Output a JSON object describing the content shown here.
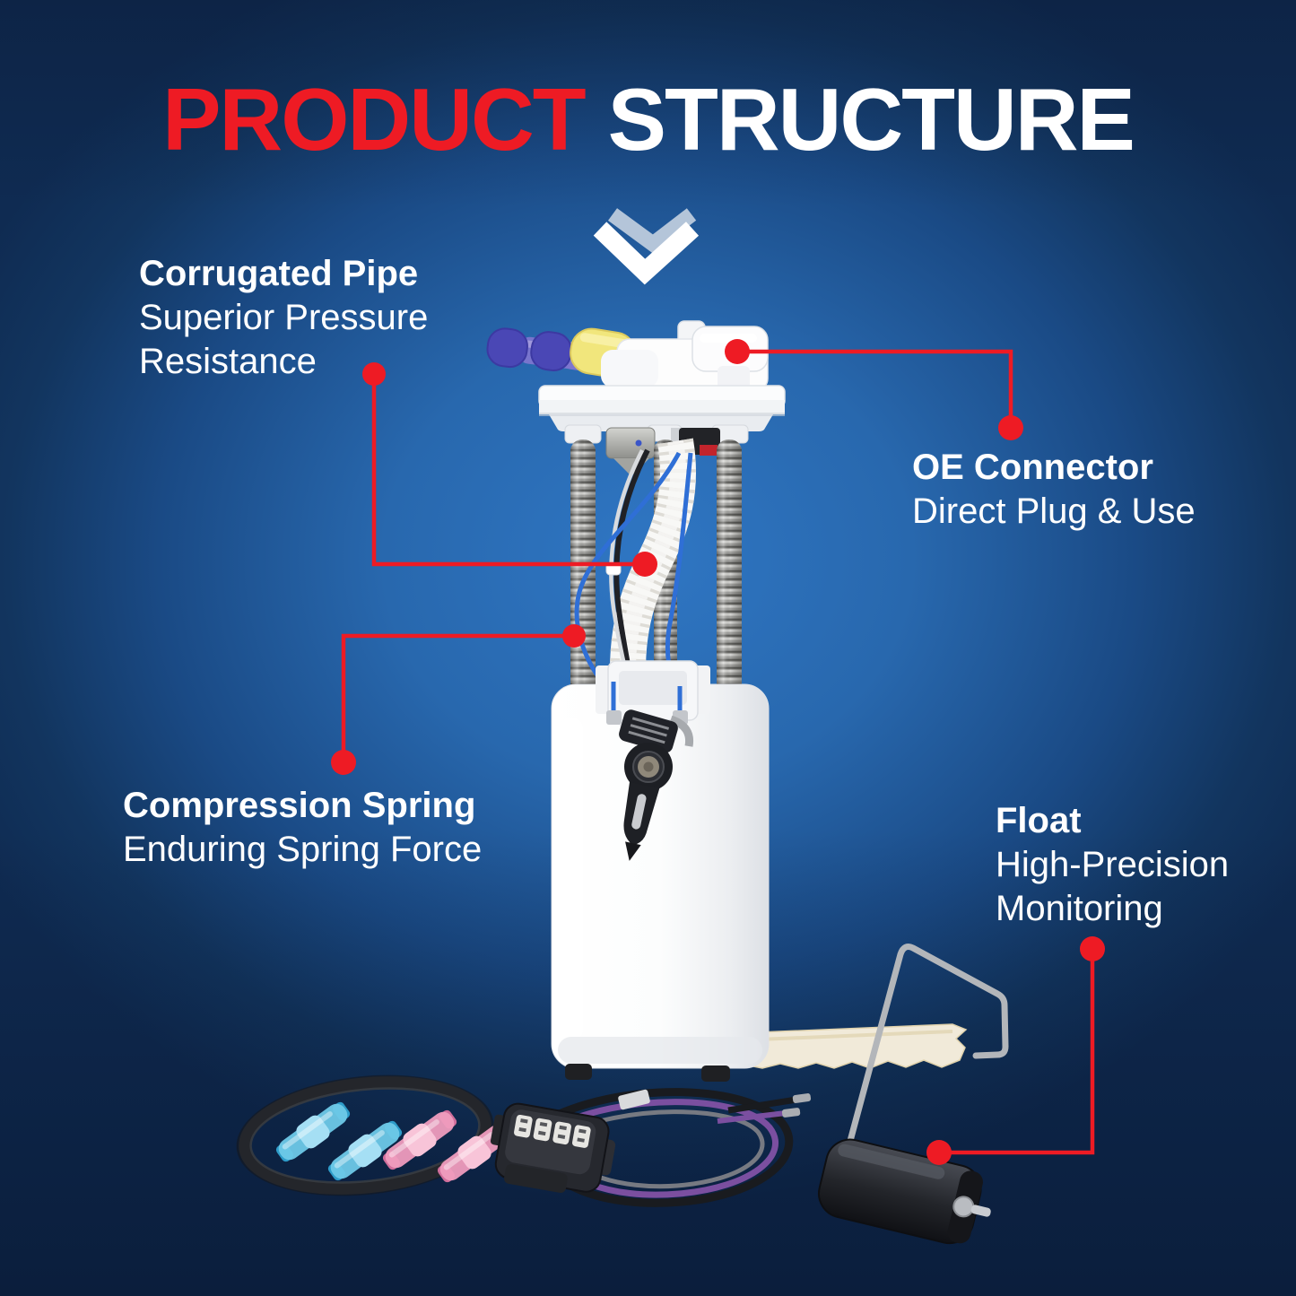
{
  "title": {
    "part1": "PRODUCT",
    "part2": "STRUCTURE"
  },
  "chevron": {
    "icon": "double-chevron-down"
  },
  "callouts": [
    {
      "title": "Corrugated Pipe",
      "lines": [
        "Superior Pressure",
        "Resistance"
      ]
    },
    {
      "title": "OE Connector",
      "lines": [
        "Direct Plug & Use"
      ]
    },
    {
      "title": "Compression Spring",
      "lines": [
        "Enduring Spring Force"
      ]
    },
    {
      "title": "Float",
      "lines": [
        "High-Precision",
        "Monitoring"
      ]
    }
  ],
  "product": {
    "name": "fuel-pump-module-assembly",
    "parts": [
      "blue-port-caps",
      "yellow-port-cap",
      "oe-connector",
      "flange",
      "compression-springs",
      "corrugated-pipe",
      "reservoir-body",
      "cam-lock-lever",
      "fuel-strainer",
      "o-ring-gasket",
      "butt-connectors",
      "wiring-harness-pigtail",
      "float-arm-assembly"
    ]
  },
  "colors": {
    "accent_red": "#ee1b24",
    "label_text": "#ffffff",
    "background_center": "#2f76c3",
    "background_edge": "#0f2b52",
    "chevron_front": "#ffffff",
    "chevron_back": "#b4c5d9",
    "blue_cap": "#4a47b5",
    "yellow_cap": "#f1e67c"
  }
}
